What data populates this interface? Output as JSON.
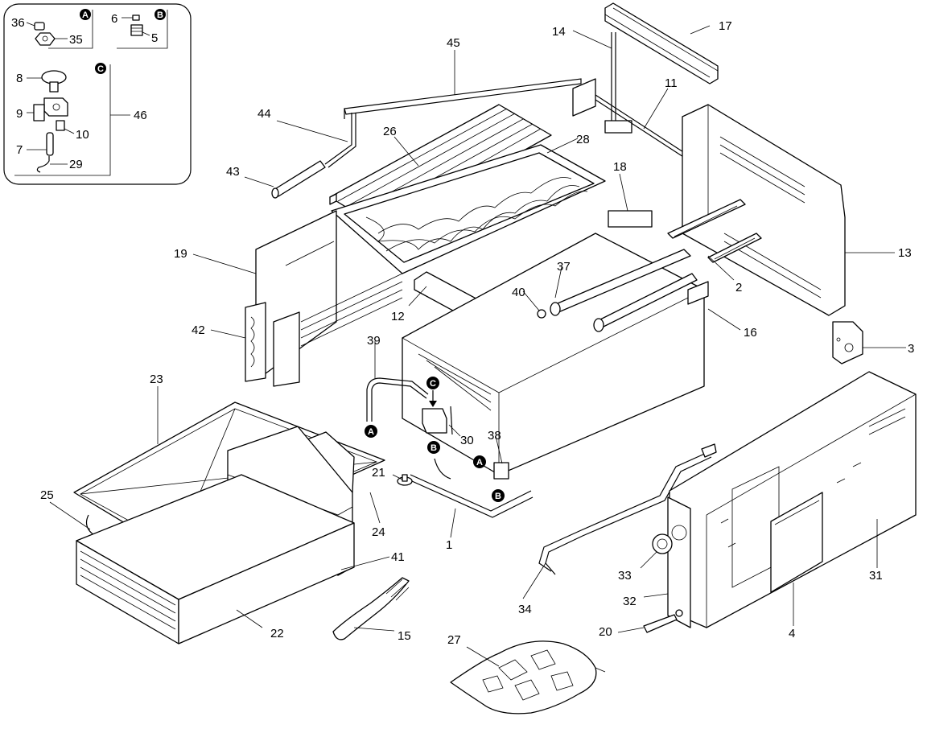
{
  "diagram": {
    "inset": {
      "group_labels": [
        "A",
        "B",
        "C"
      ],
      "callouts": [
        "36",
        "35",
        "6",
        "5",
        "8",
        "9",
        "10",
        "7",
        "29",
        "46"
      ]
    },
    "callouts": [
      "45",
      "14",
      "17",
      "11",
      "44",
      "26",
      "28",
      "43",
      "18",
      "13",
      "19",
      "2",
      "37",
      "40",
      "12",
      "42",
      "39",
      "16",
      "3",
      "23",
      "30",
      "38",
      "21",
      "25",
      "24",
      "1",
      "41",
      "33",
      "31",
      "32",
      "34",
      "4",
      "22",
      "15",
      "27",
      "20"
    ],
    "connector_labels": [
      "A",
      "A",
      "B",
      "B",
      "C"
    ]
  }
}
